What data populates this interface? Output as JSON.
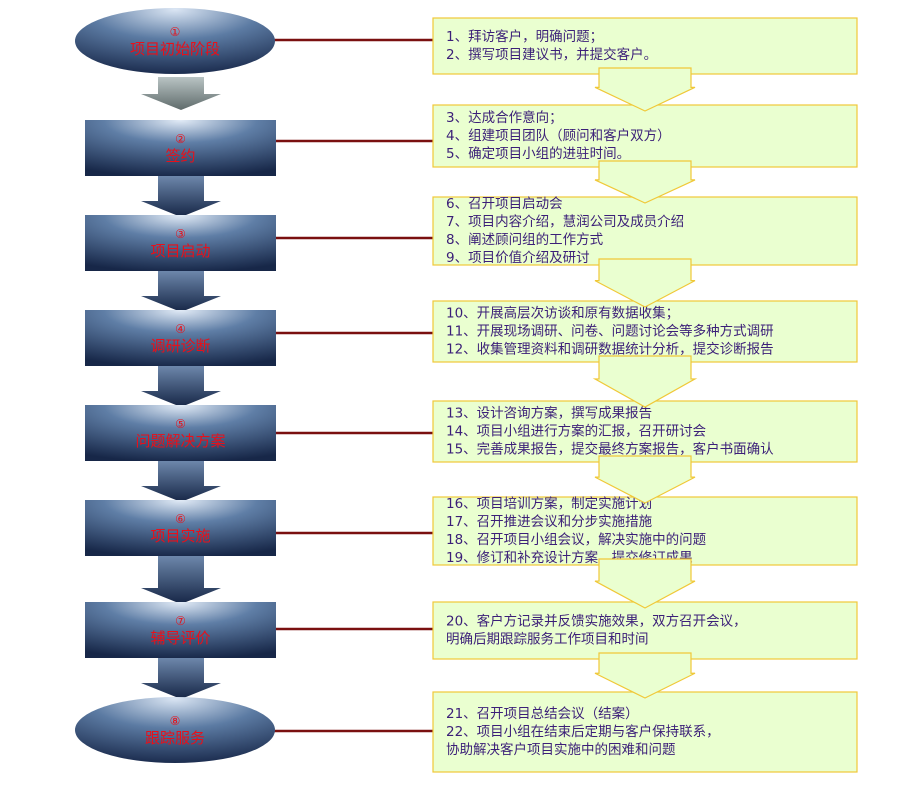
{
  "stages": [
    {
      "num": "①",
      "label": "项目初始阶段",
      "shape": "ellipse",
      "lines": [
        "1、拜访客户，明确问题；",
        "2、撰写项目建议书，并提交客户。"
      ]
    },
    {
      "num": "②",
      "label": "签约",
      "shape": "rect",
      "lines": [
        "3、达成合作意向；",
        "4、组建项目团队（顾问和客户双方）",
        "5、确定项目小组的进驻时间。"
      ]
    },
    {
      "num": "③",
      "label": "项目启动",
      "shape": "rect",
      "lines": [
        "6、召开项目启动会",
        "7、项目内容介绍，慧润公司及成员介绍",
        "8、阐述顾问组的工作方式",
        "9、项目价值介绍及研讨"
      ]
    },
    {
      "num": "④",
      "label": "调研诊断",
      "shape": "rect",
      "lines": [
        "10、开展高层次访谈和原有数据收集；",
        "11、开展现场调研、问卷、问题讨论会等多种方式调研",
        "12、收集管理资料和调研数据统计分析，提交诊断报告"
      ]
    },
    {
      "num": "⑤",
      "label": "问题解决方案",
      "shape": "rect",
      "lines": [
        "13、设计咨询方案，撰写成果报告",
        "14、项目小组进行方案的汇报，召开研讨会",
        "15、完善成果报告，提交最终方案报告，客户书面确认"
      ]
    },
    {
      "num": "⑥",
      "label": "项目实施",
      "shape": "rect",
      "lines": [
        "16、项目培训方案，制定实施计划",
        "17、召开推进会议和分步实施措施",
        "18、召开项目小组会议，解决实施中的问题",
        "19、修订和补充设计方案，提交修订成果"
      ]
    },
    {
      "num": "⑦",
      "label": "辅导评价",
      "shape": "rect",
      "lines": [
        "20、客户方记录并反馈实施效果，双方召开会议，",
        "明确后期跟踪服务工作项目和时间"
      ]
    },
    {
      "num": "⑧",
      "label": "跟踪服务",
      "shape": "ellipse",
      "lines": [
        "21、召开项目总结会议（结案）",
        "22、项目小组在结束后定期与客户保持联系，",
        "协助解决客户项目实施中的困难和问题"
      ]
    }
  ],
  "colors": {
    "stage_light": "#dbe6f4",
    "stage_mid": "#5c7ba3",
    "stage_dark": "#18284a",
    "connector": "#7a1010",
    "box_fill": "#eaffd0",
    "box_border": "#f0c838",
    "text": "#3b1f78",
    "stage_text": "#e8101a",
    "top_arrow": "#8f9b9b"
  }
}
